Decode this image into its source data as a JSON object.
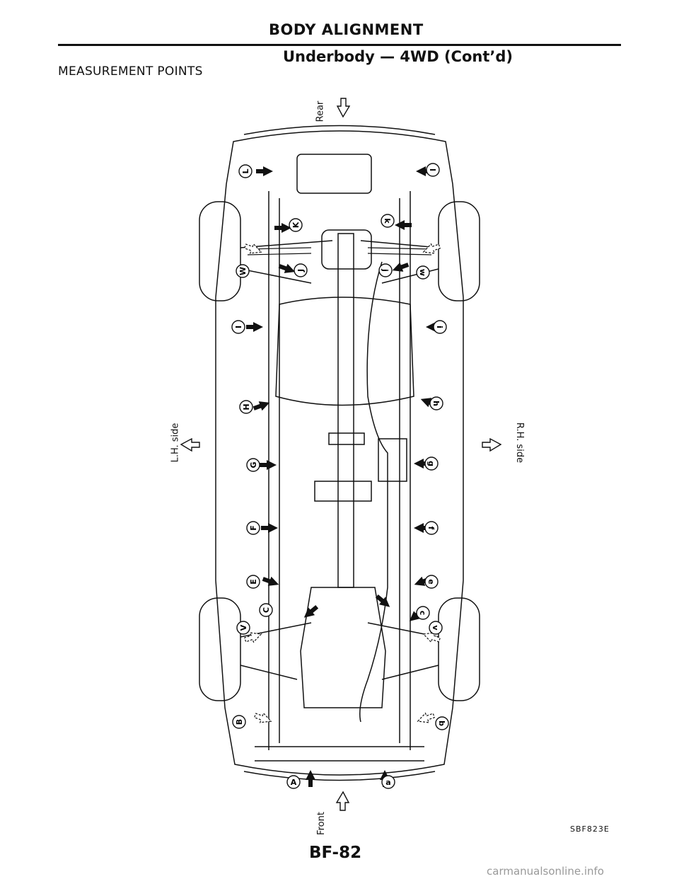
{
  "header": {
    "title": "BODY ALIGNMENT",
    "subtitle": "Underbody — 4WD (Cont’d)",
    "section": "MEASUREMENT POINTS"
  },
  "directions": {
    "rear": "Rear",
    "front": "Front",
    "lh_side": "L.H. side",
    "rh_side": "R.H. side"
  },
  "points_left": [
    "A",
    "B",
    "C",
    "E",
    "F",
    "G",
    "H",
    "I",
    "J",
    "K",
    "L",
    "V",
    "W"
  ],
  "points_right": [
    "a",
    "b",
    "c",
    "e",
    "f",
    "g",
    "h",
    "i",
    "j",
    "k",
    "l",
    "v",
    "w"
  ],
  "figure_code": "SBF823E",
  "page_number": "BF-82",
  "watermark": "carmanualsonline.info"
}
